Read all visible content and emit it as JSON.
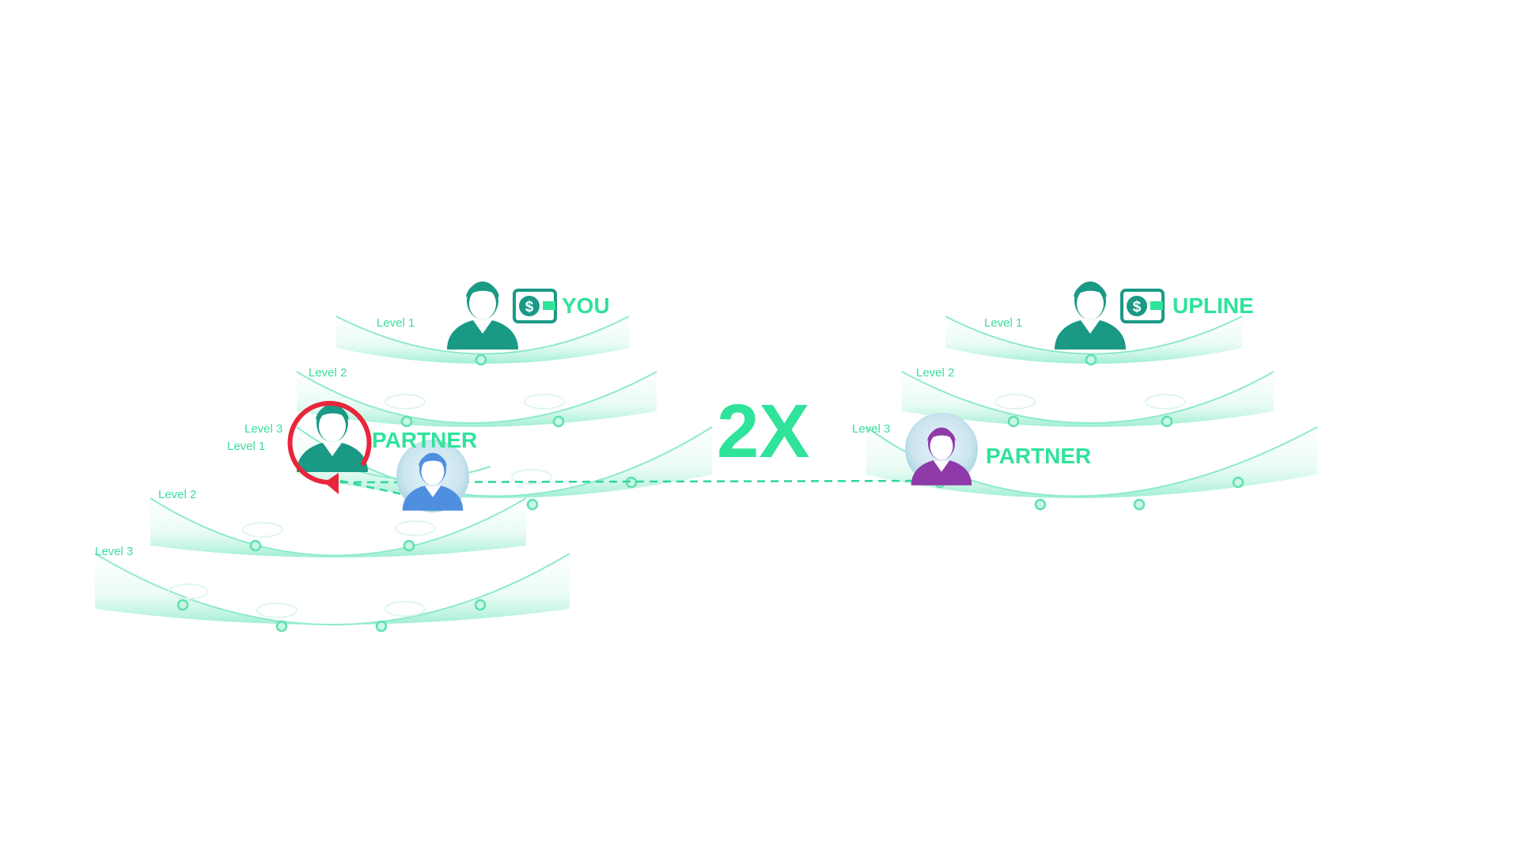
{
  "left_group": {
    "top_levels": [
      "Level 1",
      "Level 2",
      "Level 3"
    ],
    "sub_levels": [
      "Level 1",
      "Level 2",
      "Level 3"
    ],
    "you_label": "YOU",
    "partner_label": "PARTNER"
  },
  "multiplier": "2X",
  "right_group": {
    "levels": [
      "Level 1",
      "Level 2",
      "Level 3"
    ],
    "upline_label": "UPLINE",
    "partner_label": "PARTNER"
  },
  "icons": {
    "money": "dollar-bill-icon",
    "avatar": "person-avatar-icon",
    "reinvest": "circular-arrow-icon"
  },
  "colors": {
    "accent": "#2fe39a",
    "teal": "#1f9a86",
    "ring": "#e8263b",
    "partner_left": "#4f8fe0",
    "partner_right": "#8e3aa8"
  }
}
